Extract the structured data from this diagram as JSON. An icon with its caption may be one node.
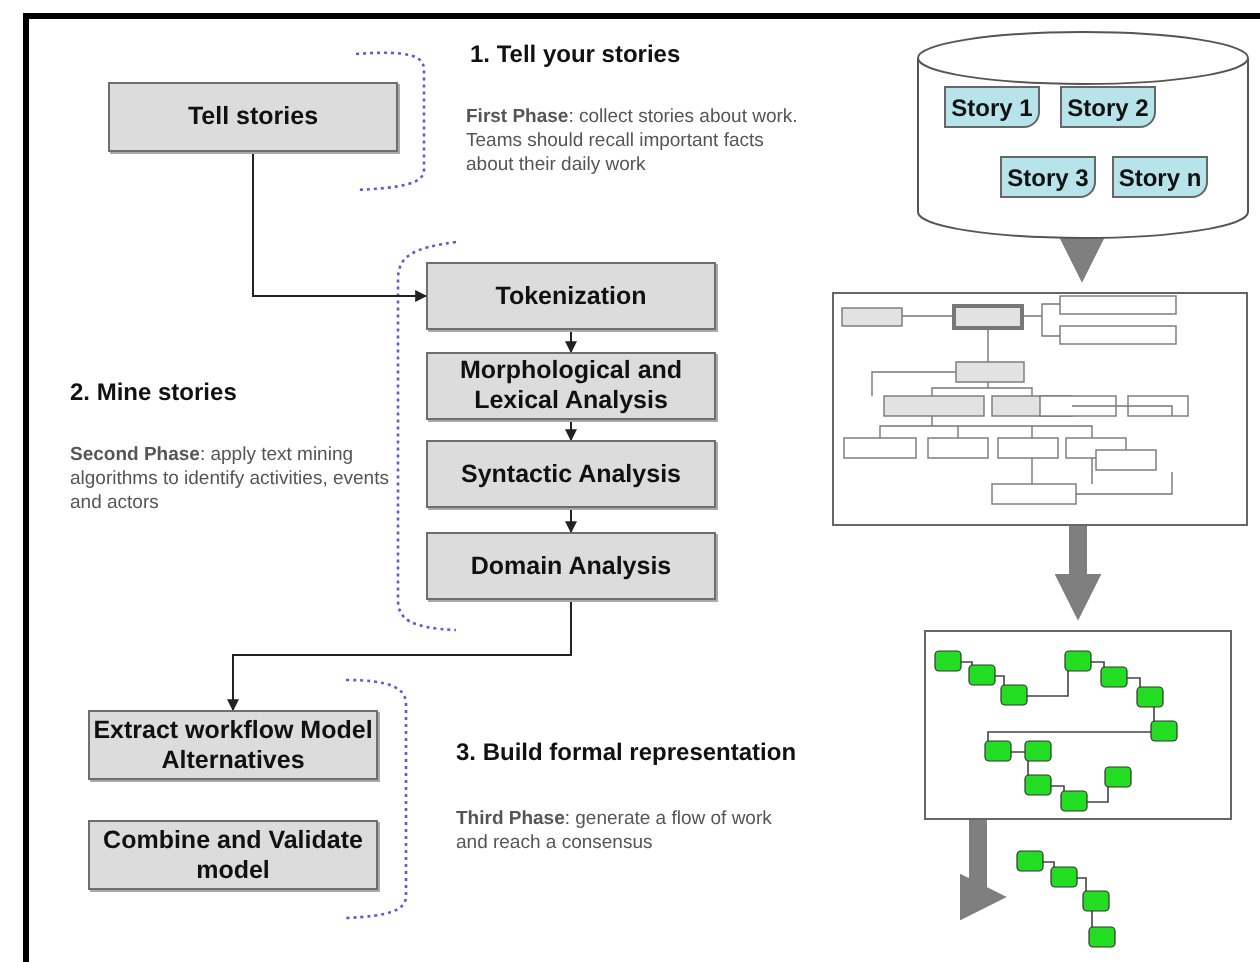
{
  "diagram": {
    "nodes": [
      {
        "text": [
          "Tell stories"
        ]
      },
      {
        "text": [
          "Tokenization"
        ]
      },
      {
        "text": [
          "Morphological and Lexical Analysis"
        ]
      },
      {
        "text": [
          "Syntactic Analysis"
        ]
      },
      {
        "text": [
          "Domain Analysis"
        ]
      },
      {
        "text": [
          "Extract workflow Model Alternatives"
        ]
      },
      {
        "text": [
          "Combine and Validate model"
        ]
      },
      {
        "text": [],
        "shape": "cylinder"
      },
      {
        "text": [
          "Story 1"
        ],
        "in": 7
      },
      {
        "text": [
          "Story 2"
        ],
        "in": 7
      },
      {
        "text": [
          "Story 3"
        ],
        "in": 7
      },
      {
        "text": [
          "Story n"
        ],
        "in": 7
      },
      {
        "text": [],
        "shape": "picture"
      },
      {
        "text": [],
        "shape": "picture"
      },
      {
        "text": [],
        "shape": "picture"
      }
    ],
    "edges": [
      {
        "from": 0,
        "to": 1,
        "arrow": "to"
      },
      {
        "from": 1,
        "to": 2,
        "arrow": "to"
      },
      {
        "from": 2,
        "to": 3,
        "arrow": "to"
      },
      {
        "from": 3,
        "to": 4,
        "arrow": "to"
      },
      {
        "from": 4,
        "to": 5,
        "arrow": "to"
      },
      {
        "from": 7,
        "to": 12,
        "arrow": "to",
        "style": "thick",
        "color": "#7f7f7f"
      },
      {
        "from": 12,
        "to": 13,
        "arrow": "to",
        "style": "thick",
        "color": "#7f7f7f"
      },
      {
        "from": 13,
        "to": 14,
        "arrow": "to",
        "style": "thick",
        "color": "#7f7f7f"
      }
    ],
    "labels": [
      "1. Tell your stories",
      "**First Phase**: collect stories about work. Teams should recall important facts about their daily work",
      "2. Mine stories",
      "**Second Phase**: apply text mining algorithms to identify activities, events and actors",
      "3. Build formal representation",
      "**Third Phase**: generate a flow of work and reach a consensus"
    ]
  }
}
